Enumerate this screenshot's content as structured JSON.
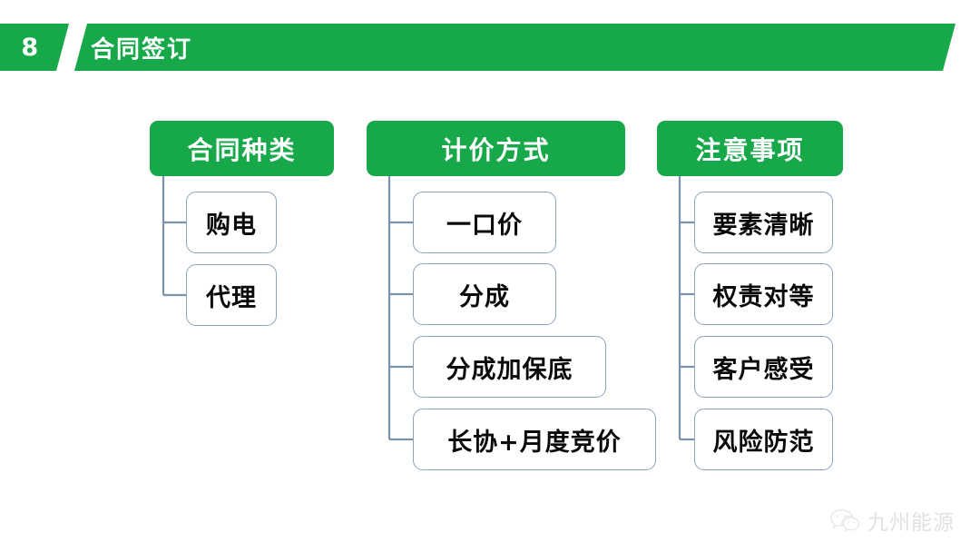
{
  "slide": {
    "background_color": "#ffffff",
    "accent_color": "#17A84A",
    "node_border_color": "#8CA3BE",
    "connector_color": "#7A92AE"
  },
  "header": {
    "number": "8",
    "title": "合同签订",
    "bar_color": "#17A84A",
    "text_color": "#ffffff"
  },
  "diagram": {
    "type": "tree",
    "columns": [
      {
        "header": "合同种类",
        "nodes": [
          "购电",
          "代理"
        ]
      },
      {
        "header": "计价方式",
        "nodes": [
          "一口价",
          "分成",
          "分成加保底",
          "长协+月度竞价"
        ]
      },
      {
        "header": "注意事项",
        "nodes": [
          "要素清晰",
          "权责对等",
          "客户感受",
          "风险防范"
        ]
      }
    ]
  },
  "footer": {
    "icon": "wechat-icon",
    "brand": "九州能源"
  }
}
